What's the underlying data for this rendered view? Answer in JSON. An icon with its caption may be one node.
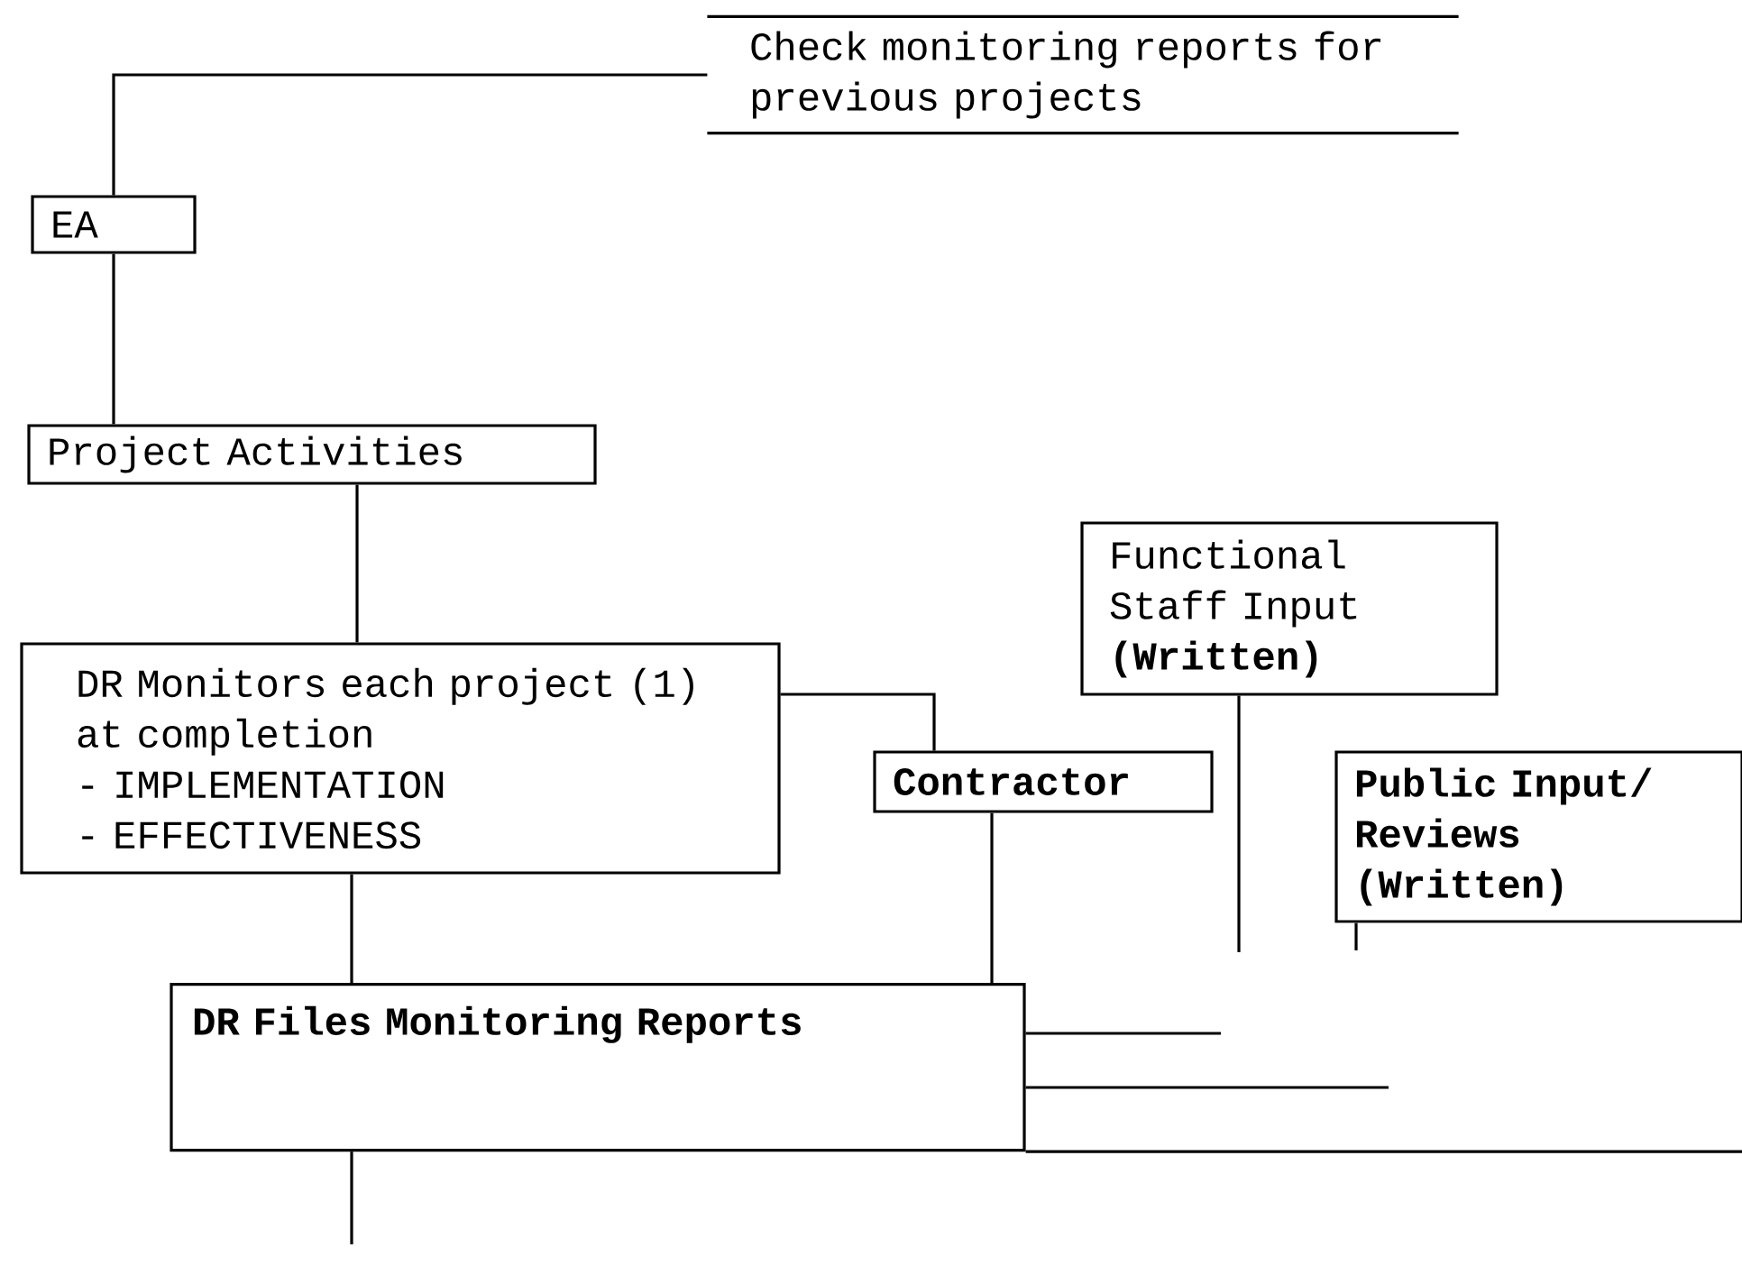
{
  "diagram": {
    "nodes": [
      {
        "text": [
          "Check monitoring reports for previous projects"
        ]
      },
      {
        "text": [
          "EA"
        ]
      },
      {
        "text": [
          "Project Activities"
        ]
      },
      {
        "text": [
          "DR Monitors each project (1) at completion",
          "- IMPLEMENTATION",
          "- EFFECTIVENESS"
        ]
      },
      {
        "text": [
          "Functional Staff Input",
          "(Written)"
        ]
      },
      {
        "text": [
          "Contractor"
        ]
      },
      {
        "text": [
          "Public Input/ Reviews",
          "(Written)"
        ]
      },
      {
        "text": [
          "DR Files Monitoring Reports"
        ]
      }
    ],
    "edges": [
      {
        "from": 0,
        "to": 1,
        "arrow": "none"
      },
      {
        "from": 1,
        "to": 2,
        "arrow": "none"
      },
      {
        "from": 2,
        "to": 3,
        "arrow": "none"
      },
      {
        "from": 3,
        "to": 5,
        "arrow": "none"
      },
      {
        "from": 3,
        "to": 7,
        "arrow": "none"
      },
      {
        "from": 5,
        "to": 7,
        "arrow": "none"
      },
      {
        "from": 4,
        "to": null,
        "arrow": "none"
      },
      {
        "from": 6,
        "to": null,
        "arrow": "none"
      },
      {
        "from": 7,
        "to": null,
        "arrow": "none"
      },
      {
        "from": 7,
        "to": null,
        "arrow": "none"
      },
      {
        "from": 7,
        "to": null,
        "arrow": "none"
      },
      {
        "from": 7,
        "to": null,
        "arrow": "none"
      }
    ]
  }
}
